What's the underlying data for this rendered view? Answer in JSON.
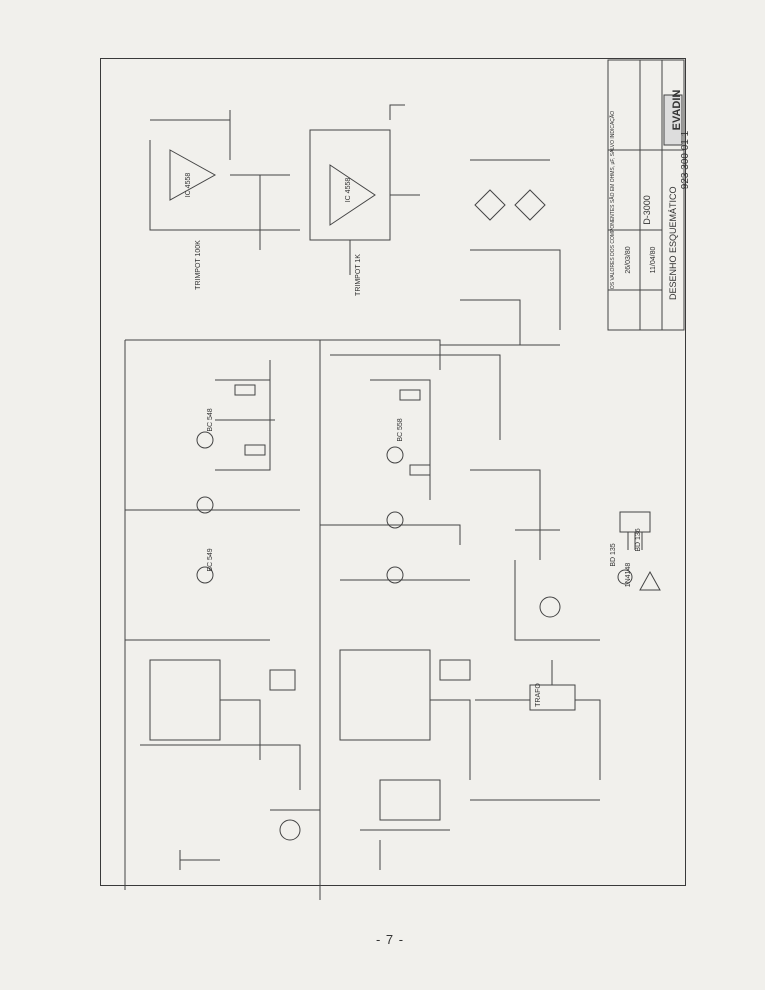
{
  "title_block": {
    "logo": "EVADIN",
    "drawing_title": "DESENHO ESQUEMÁTICO",
    "model": "D-3000",
    "drawing_number": "923 300 01 1",
    "date_1": "26/03/80",
    "date_2": "11/04/80",
    "notes": "OS VALORES DOS COMPONENTES SÃO EM OHMS, µF, SALVO INDICAÇÃO"
  },
  "labels": {
    "trimmer_1": "TRIMPOT 100K",
    "trimmer_2": "TRIMPOT 1K",
    "ic_1": "IC 4558",
    "ic_2": "IC 4558",
    "transformer": "TRAFO",
    "regulator_1": "BD 135",
    "regulator_2": "BD 136",
    "diode_note": "1N4148",
    "transistor_note_1": "BC 548",
    "transistor_note_2": "BC 558",
    "transistor_note_3": "BC 549"
  },
  "page_number": "- 7 -"
}
